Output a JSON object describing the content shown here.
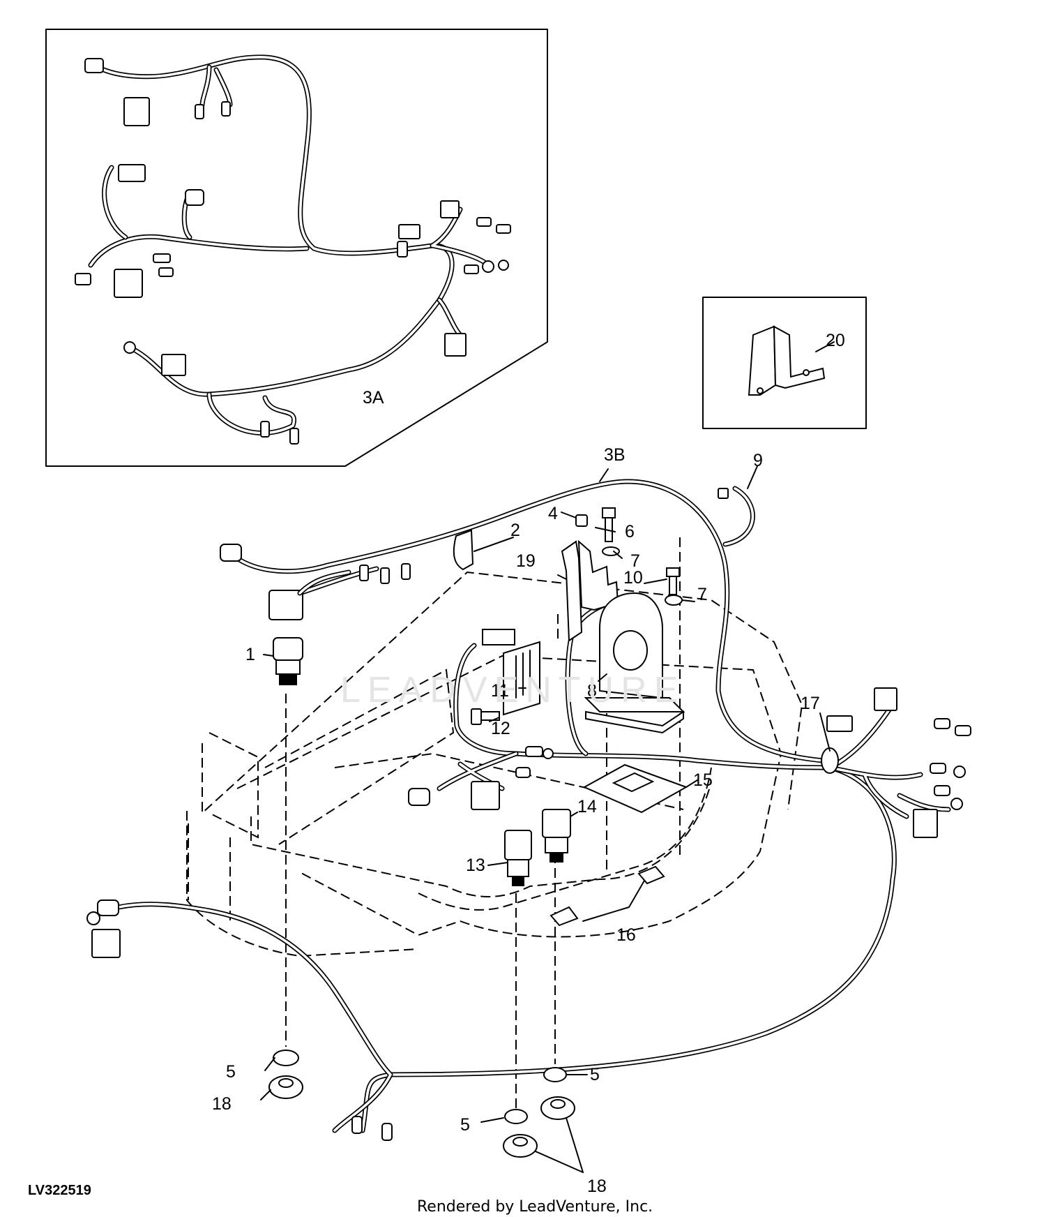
{
  "diagram": {
    "reference_code": "LV322519",
    "credit": "Rendered by LeadVenture, Inc.",
    "watermark": "LEADVENTURE",
    "callouts": {
      "c1": "1",
      "c2": "2",
      "c3a": "3A",
      "c3b": "3B",
      "c4": "4",
      "c5a": "5",
      "c5b": "5",
      "c5c": "5",
      "c6": "6",
      "c7a": "7",
      "c7b": "7",
      "c8": "8",
      "c9": "9",
      "c10": "10",
      "c11": "11",
      "c12": "12",
      "c13": "13",
      "c14": "14",
      "c15": "15",
      "c16": "16",
      "c17": "17",
      "c18a": "18",
      "c18b": "18",
      "c19": "19",
      "c20": "20"
    }
  }
}
